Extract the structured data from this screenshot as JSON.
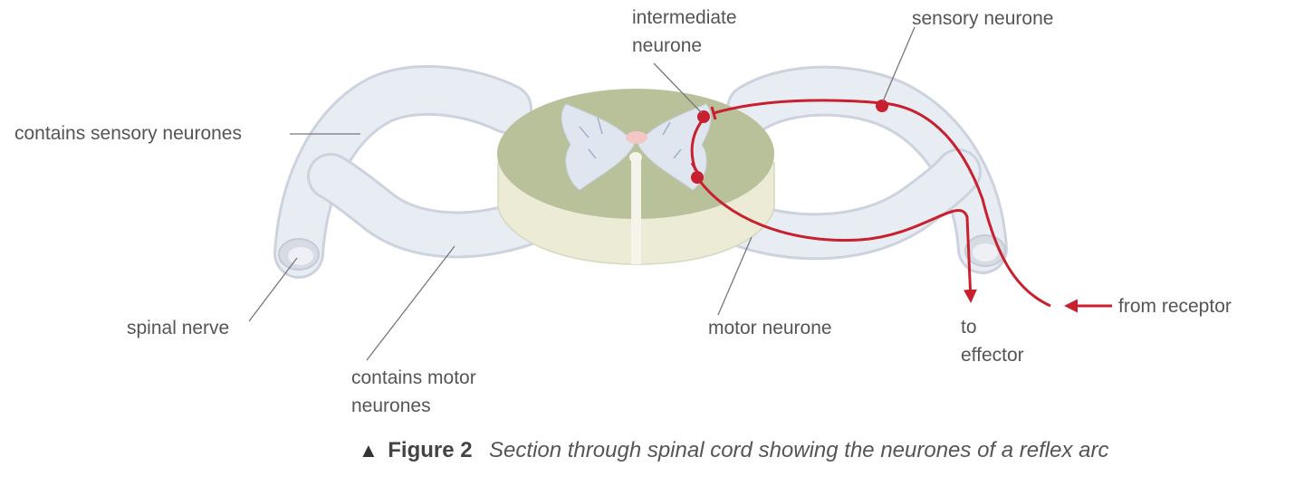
{
  "labels": {
    "intermediate_neurone": [
      "intermediate",
      "neurone"
    ],
    "sensory_neurone": "sensory neurone",
    "contains_sensory_neurones": "contains sensory neurones",
    "spinal_nerve": "spinal nerve",
    "contains_motor_neurones": [
      "contains motor",
      "neurones"
    ],
    "motor_neurone": "motor neurone",
    "to_effector": [
      "to",
      "effector"
    ],
    "from_receptor": "from receptor"
  },
  "caption": {
    "figure_number": "Figure 2",
    "text": "Section through spinal cord showing the neurones of a reflex arc"
  },
  "colors": {
    "neurone_path": "#c8202e",
    "grey_matter": "#b9c19a",
    "white_matter": "#eeeedd",
    "nerve": "#e6eaf2",
    "label_text": "#555555",
    "leader_line": "#777777"
  }
}
